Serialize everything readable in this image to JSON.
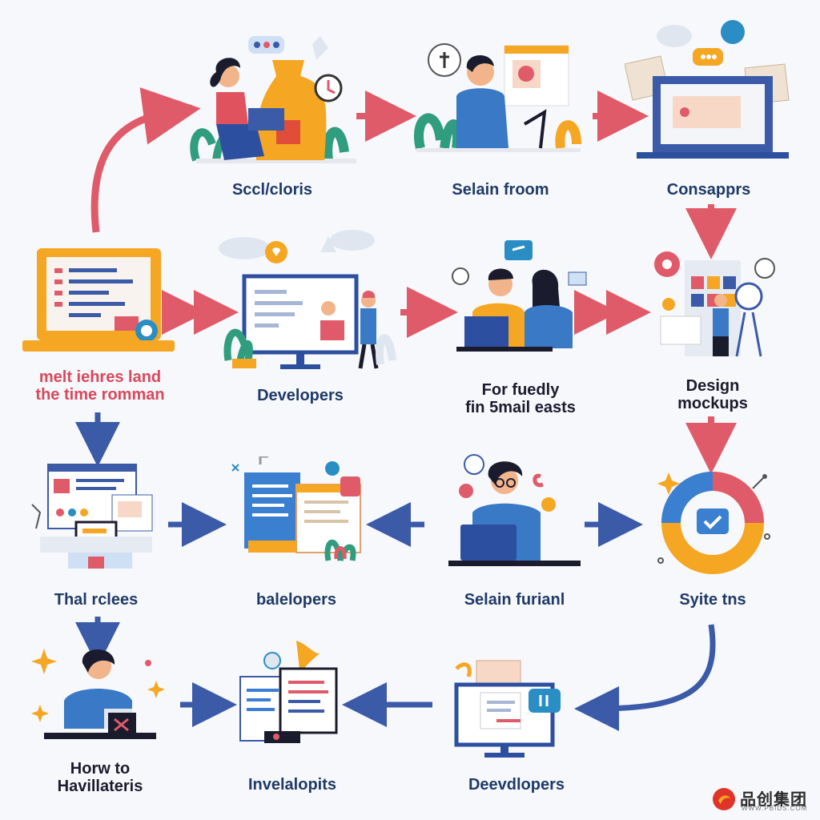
{
  "nodes": [
    {
      "id": "n1",
      "label": "Sccl/cloris"
    },
    {
      "id": "n2",
      "label": "Selain froom"
    },
    {
      "id": "n3",
      "label": "Consapprs"
    },
    {
      "id": "n4",
      "label": "melt iehres land\nthe time romman"
    },
    {
      "id": "n5",
      "label": "Developers"
    },
    {
      "id": "n6",
      "label": "For fuedly\nfin 5mail easts"
    },
    {
      "id": "n7",
      "label": "Design\nmockups"
    },
    {
      "id": "n8",
      "label": "Thal rclees"
    },
    {
      "id": "n9",
      "label": "balelopers"
    },
    {
      "id": "n10",
      "label": "Selain furianl"
    },
    {
      "id": "n11",
      "label": "Syite tns"
    },
    {
      "id": "n12",
      "label": "Horw to\nHavillateris"
    },
    {
      "id": "n13",
      "label": "Invelalopits"
    },
    {
      "id": "n14",
      "label": "Deevdlopers"
    }
  ],
  "watermark": {
    "name": "品创集团",
    "url": "WWW.PBIDS.COM"
  },
  "colors": {
    "red": "#d9485b",
    "blue": "#3b5ba9",
    "orange": "#f5a623",
    "ink": "#1f3a68"
  }
}
